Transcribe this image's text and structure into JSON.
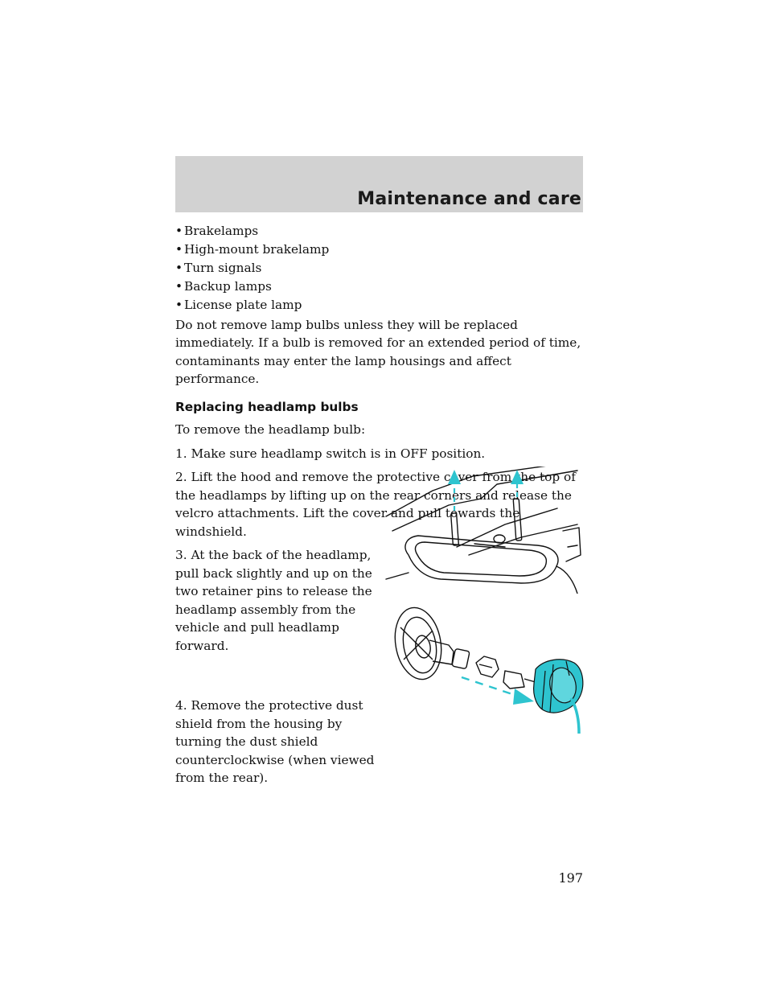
{
  "header": {
    "title": "Maintenance and care"
  },
  "bullets": [
    "Brakelamps",
    "High-mount brakelamp",
    "Turn signals",
    "Backup lamps",
    "License plate lamp"
  ],
  "bullet_glyph": "•",
  "intro_paragraph": "Do not remove lamp bulbs unless they will be replaced immediately. If a bulb is removed for an extended period of time, contaminants may enter the lamp housings and affect performance.",
  "section": {
    "title": "Replacing headlamp bulbs",
    "lead": "To remove the headlamp bulb:",
    "steps": [
      "1. Make sure headlamp switch is in OFF position.",
      "2. Lift the hood and remove the protective cover from the top of the headlamps by lifting up on the rear corners and release the velcro attachments. Lift the cover and pull towards the windshield.",
      "3. At the back of the headlamp, pull back slightly and up on the two retainer pins to release the headlamp assembly from the vehicle and pull headlamp forward.",
      "4. Remove the protective dust shield from the housing by turning the dust shield counterclockwise (when viewed from the rear)."
    ]
  },
  "illustration_accent": "#2ec4cf",
  "page_number": "197"
}
